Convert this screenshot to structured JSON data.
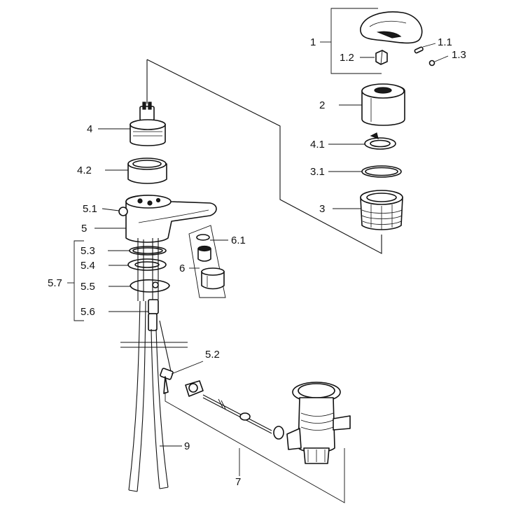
{
  "labels": {
    "p1": "1",
    "p1_1": "1.1",
    "p1_2": "1.2",
    "p1_3": "1.3",
    "p2": "2",
    "p4_1": "4.1",
    "p3_1": "3.1",
    "p3": "3",
    "p4": "4",
    "p4_2": "4.2",
    "p5_1": "5.1",
    "p5": "5",
    "p5_3": "5.3",
    "p5_4": "5.4",
    "p5_7": "5.7",
    "p5_5": "5.5",
    "p5_6": "5.6",
    "p6_1": "6.1",
    "p6": "6",
    "p5_2": "5.2",
    "p9": "9",
    "p7": "7"
  },
  "colors": {
    "ink": "#111111",
    "paper": "#ffffff"
  }
}
